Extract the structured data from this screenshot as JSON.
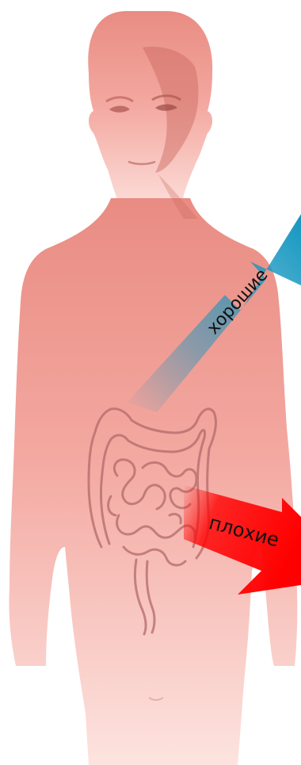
{
  "labels": {
    "good": "хорошие",
    "bad": "плохие"
  },
  "colors": {
    "body_top": "#e98c83",
    "body_bottom": "#fde3df",
    "shade": "#c9655e",
    "intestine_outline": "#b36a6a",
    "good_arrow": "#1496c0",
    "bad_arrow": "#ff0000"
  },
  "icons": {
    "figure": "human-silhouette",
    "organ": "intestines"
  }
}
